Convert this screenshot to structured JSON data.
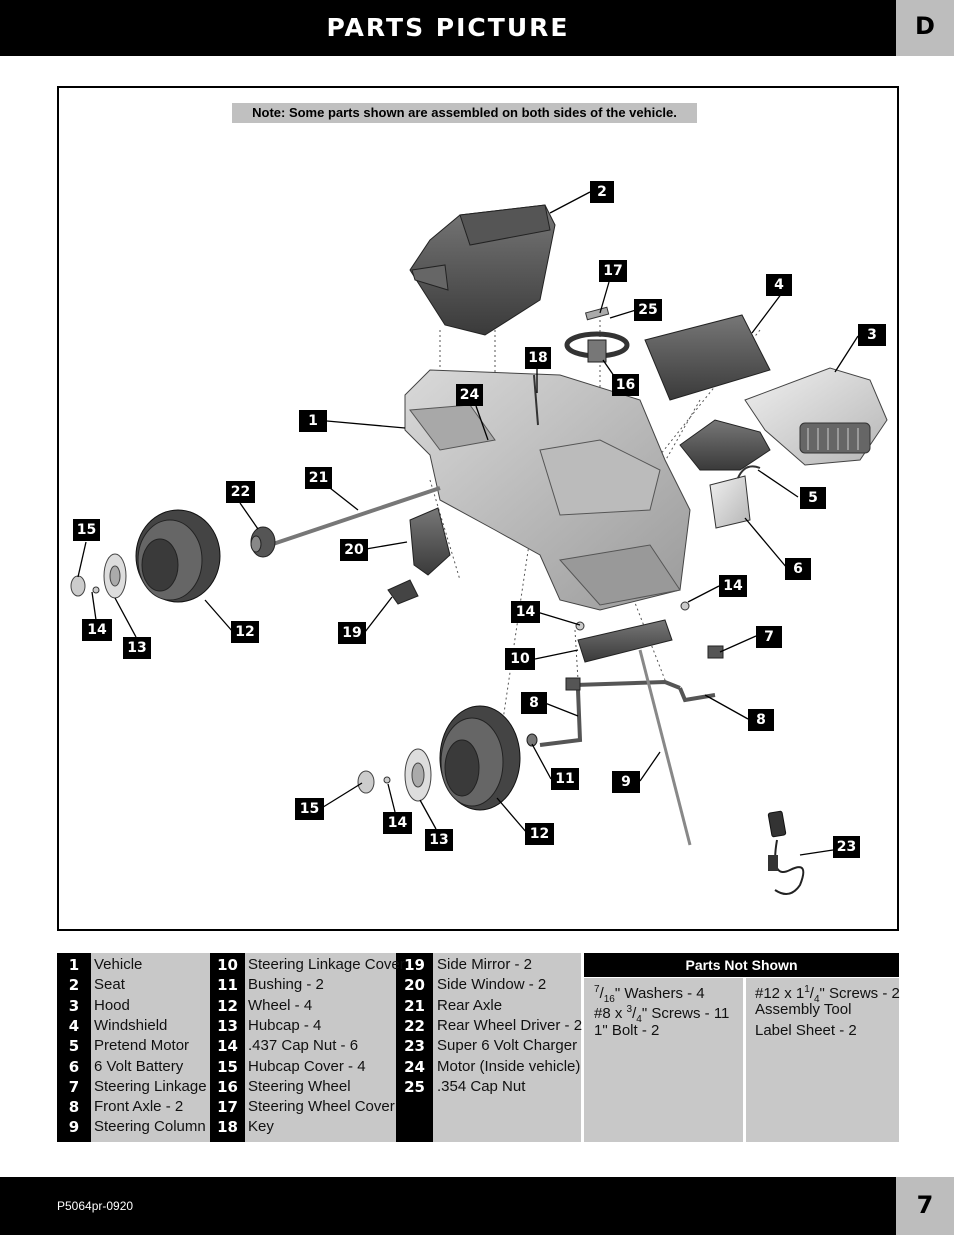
{
  "header": {
    "title": "PARTS PICTURE",
    "section_tab": "D"
  },
  "note": "Note: Some parts shown are assembled on both sides of the vehicle.",
  "callouts": {
    "c1": "1",
    "c2": "2",
    "c3": "3",
    "c4": "4",
    "c5": "5",
    "c6": "6",
    "c7": "7",
    "c8a": "8",
    "c8b": "8",
    "c9": "9",
    "c10": "10",
    "c11": "11",
    "c12a": "12",
    "c12b": "12",
    "c13a": "13",
    "c13b": "13",
    "c14a": "14",
    "c14b": "14",
    "c14c": "14",
    "c14d": "14",
    "c15a": "15",
    "c15b": "15",
    "c16": "16",
    "c17": "17",
    "c18": "18",
    "c19": "19",
    "c20": "20",
    "c21": "21",
    "c22": "22",
    "c23": "23",
    "c24": "24",
    "c25": "25"
  },
  "parts_list": [
    {
      "num": "1",
      "name": "Vehicle"
    },
    {
      "num": "2",
      "name": "Seat"
    },
    {
      "num": "3",
      "name": "Hood"
    },
    {
      "num": "4",
      "name": "Windshield"
    },
    {
      "num": "5",
      "name": "Pretend Motor"
    },
    {
      "num": "6",
      "name": "6 Volt Battery"
    },
    {
      "num": "7",
      "name": "Steering Linkage"
    },
    {
      "num": "8",
      "name": "Front Axle - 2"
    },
    {
      "num": "9",
      "name": "Steering Column"
    },
    {
      "num": "10",
      "name": "Steering Linkage Cover"
    },
    {
      "num": "11",
      "name": "Bushing - 2"
    },
    {
      "num": "12",
      "name": "Wheel - 4"
    },
    {
      "num": "13",
      "name": "Hubcap - 4"
    },
    {
      "num": "14",
      "name": ".437 Cap Nut - 6"
    },
    {
      "num": "15",
      "name": "Hubcap Cover - 4"
    },
    {
      "num": "16",
      "name": "Steering Wheel"
    },
    {
      "num": "17",
      "name": "Steering Wheel Cover"
    },
    {
      "num": "18",
      "name": "Key"
    },
    {
      "num": "19",
      "name": "Side Mirror - 2"
    },
    {
      "num": "20",
      "name": "Side Window - 2"
    },
    {
      "num": "21",
      "name": "Rear Axle"
    },
    {
      "num": "22",
      "name": "Rear Wheel Driver - 2"
    },
    {
      "num": "23",
      "name": "Super 6 Volt Charger"
    },
    {
      "num": "24",
      "name": "Motor (Inside vehicle)"
    },
    {
      "num": "25",
      "name": ".354 Cap Nut"
    }
  ],
  "parts_not_shown": {
    "title": "Parts Not Shown",
    "left": [
      {
        "pre": "",
        "sup": "7",
        "sub": "16",
        "post": "\" Washers - 4"
      },
      {
        "pre": "#8 x ",
        "sup": "3",
        "sub": "4",
        "post": "\" Screws - 11"
      },
      {
        "pre": "1\" Bolt - 2",
        "sup": "",
        "sub": "",
        "post": ""
      }
    ],
    "right": [
      {
        "pre": "#12 x 1",
        "sup": "1",
        "sub": "4",
        "post": "\" Screws - 2"
      },
      {
        "pre": "Assembly Tool",
        "sup": "",
        "sub": "",
        "post": ""
      },
      {
        "pre": "Label Sheet - 2",
        "sup": "",
        "sub": "",
        "post": ""
      }
    ]
  },
  "footer": {
    "code": "P5064pr-0920",
    "page_number": "7"
  }
}
